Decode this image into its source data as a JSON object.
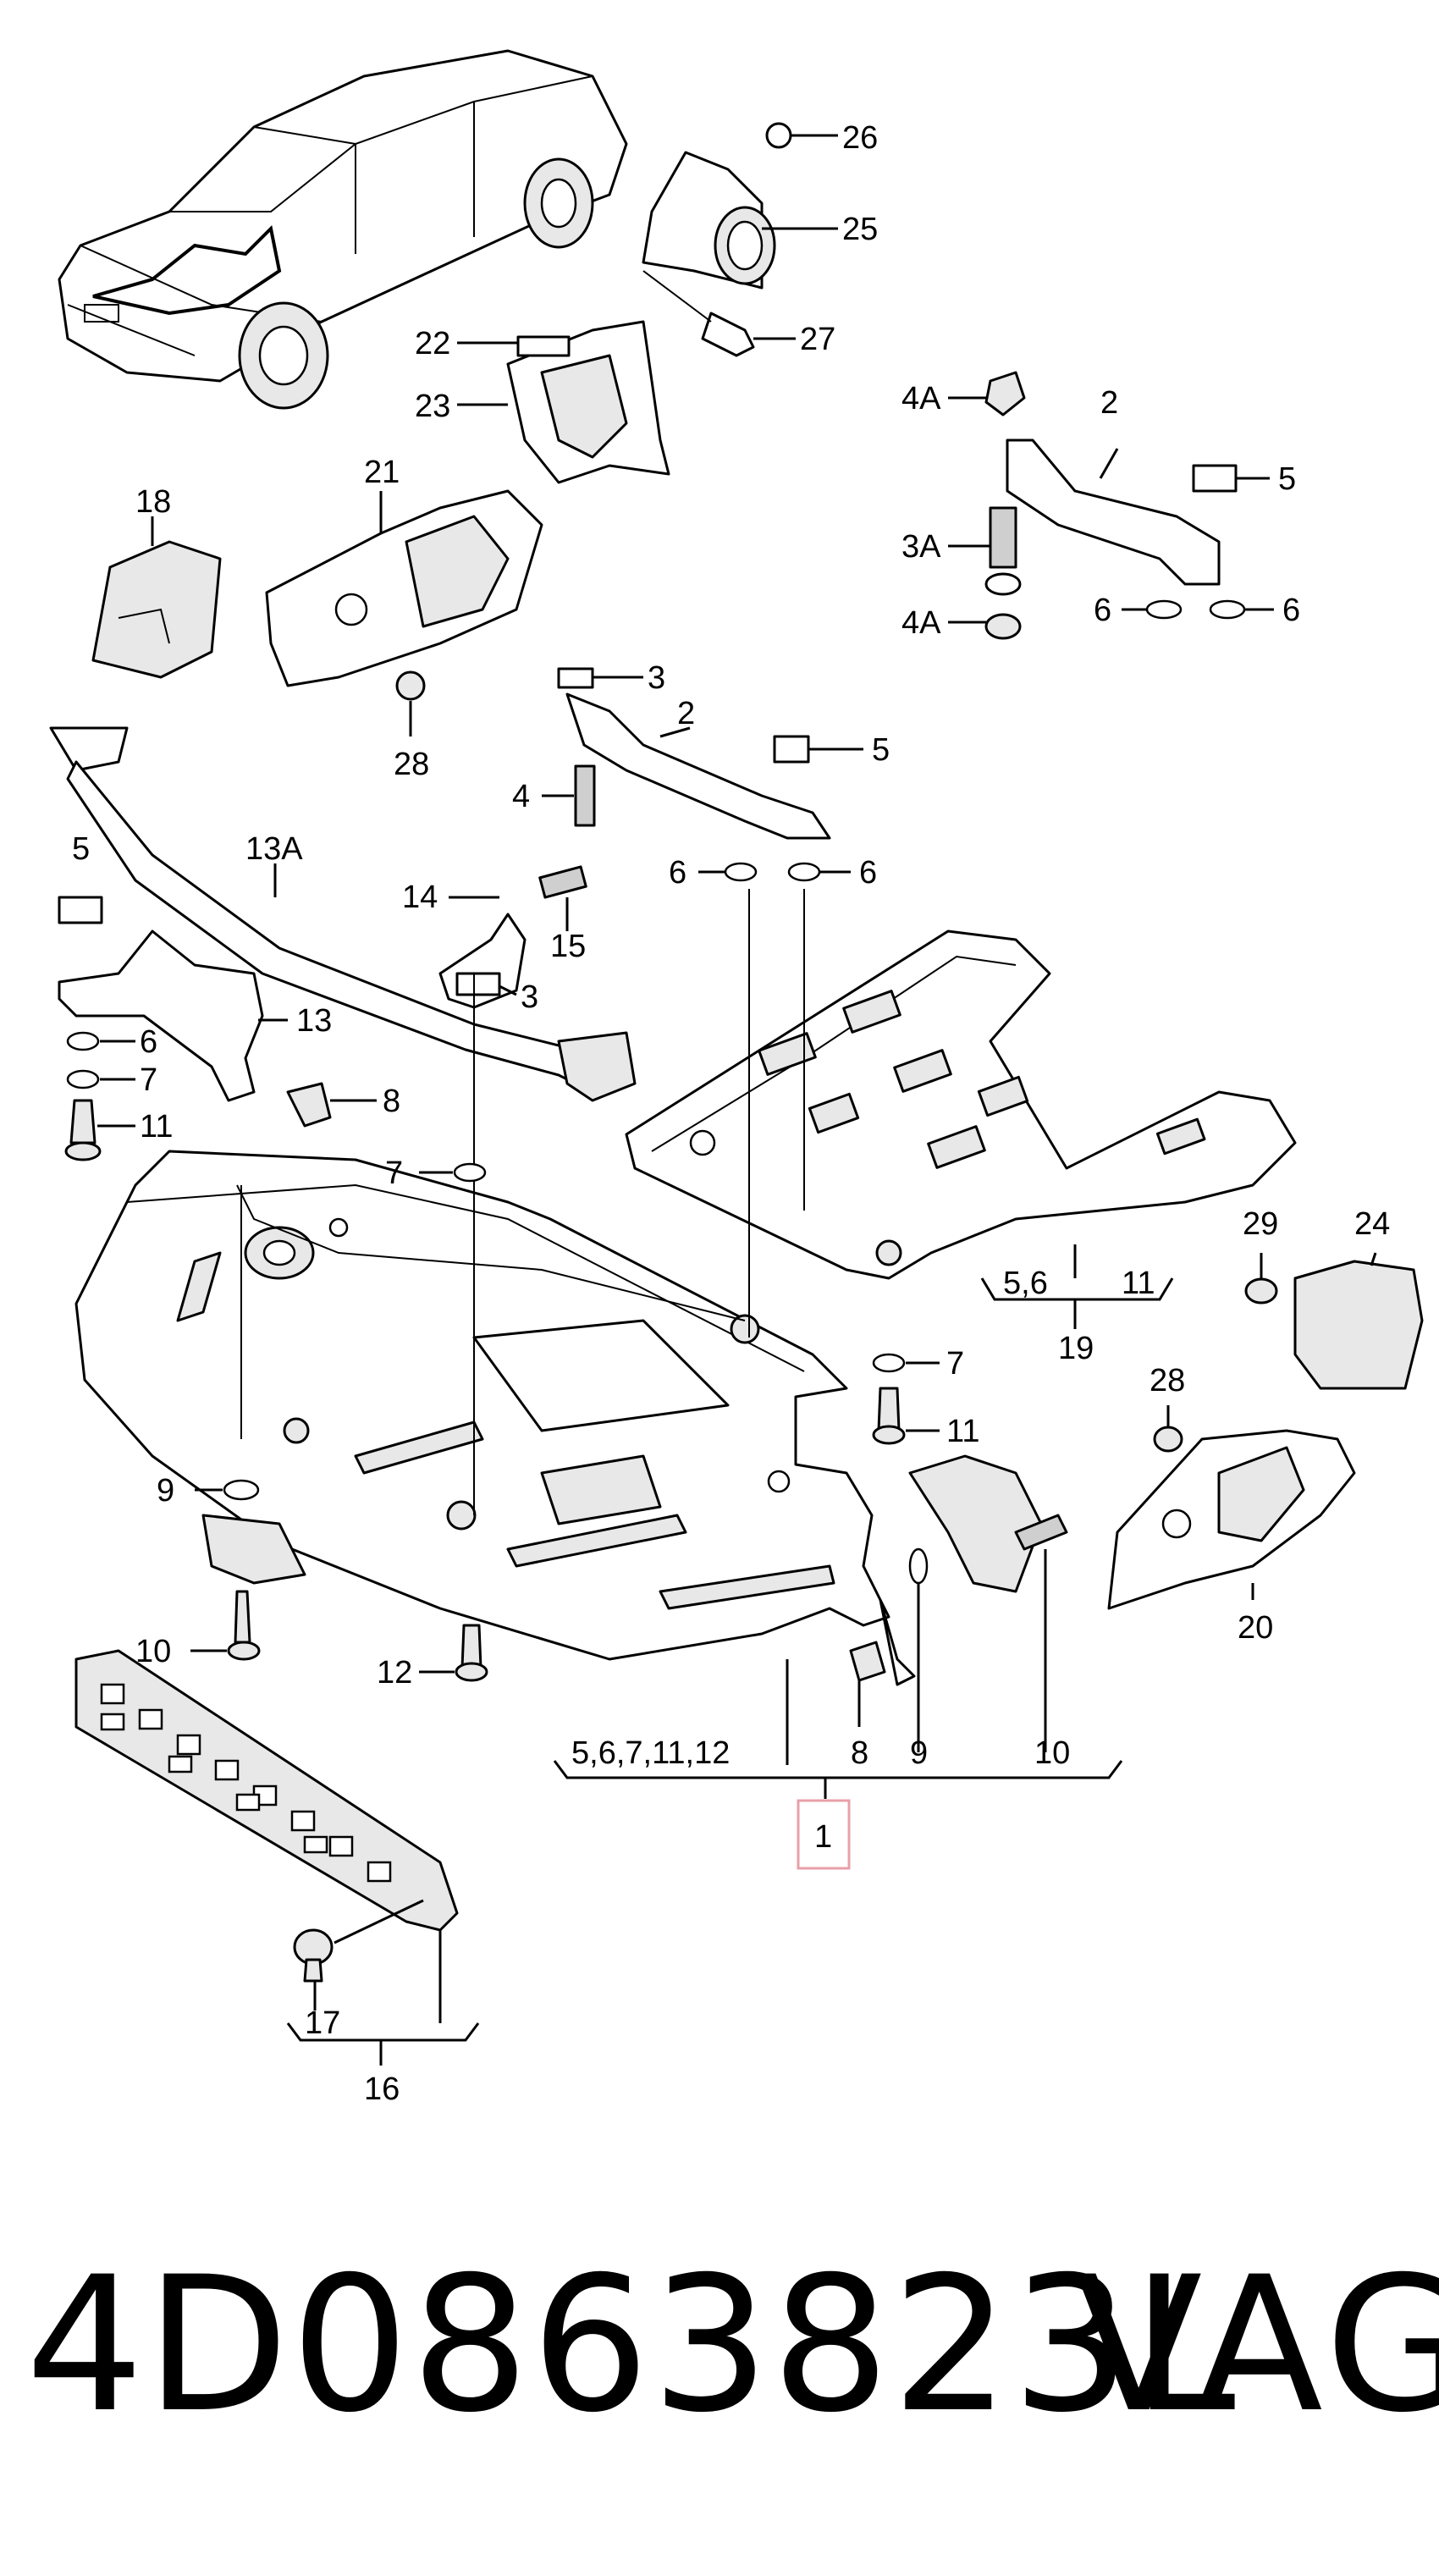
{
  "diagram": {
    "callouts": {
      "c26": "26",
      "c25": "25",
      "c27": "27",
      "c22": "22",
      "c23": "23",
      "c4a_top": "4A",
      "c2_right": "2",
      "c5_right": "5",
      "c3a": "3A",
      "c4a_bottom": "4A",
      "c6_r1": "6",
      "c6_r2": "6",
      "c21": "21",
      "c18": "18",
      "c28_top": "28",
      "c3_mid": "3",
      "c2_mid": "2",
      "c4_mid": "4",
      "c5_mid": "5",
      "c6_m1": "6",
      "c6_m2": "6",
      "c5_left": "5",
      "c13a": "13A",
      "c14": "14",
      "c15": "15",
      "c3_left": "3",
      "c13": "13",
      "c6_left": "6",
      "c7_left": "7",
      "c8_left": "8",
      "c11_left": "11",
      "c7_center": "7",
      "c29": "29",
      "c24": "24",
      "c19_group": "5,6",
      "c19_11": "11",
      "c19": "19",
      "c7_right": "7",
      "c11_right": "11",
      "c28_right": "28",
      "c9_left": "9",
      "c20": "20",
      "c10_left": "10",
      "c12": "12",
      "c1_group": "5,6,7,11,12",
      "c8_bottom": "8",
      "c9_bottom": "9",
      "c10_bottom": "10",
      "c1": "1",
      "c17": "17",
      "c16": "16"
    },
    "highlight_color": "#e8a0a8"
  },
  "footer": {
    "part_number": "4D0863823L",
    "brand": "VAG"
  }
}
